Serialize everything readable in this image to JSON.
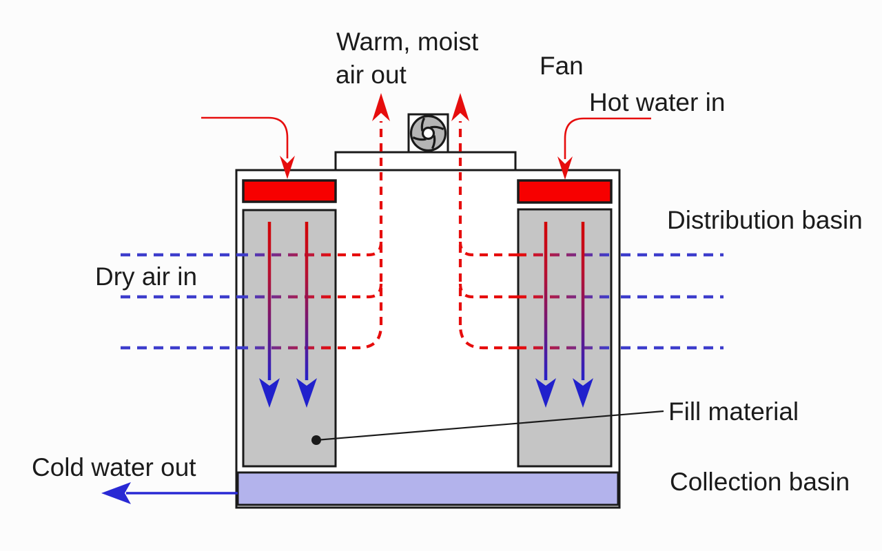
{
  "diagram": {
    "labels": {
      "warm_moist_line1": "Warm, moist",
      "warm_moist_line2": "air out",
      "fan": "Fan",
      "hot_water_in": "Hot water in",
      "distribution_basin": "Distribution basin",
      "dry_air_in": "Dry air in",
      "fill_material": "Fill material",
      "cold_water_out": "Cold water out",
      "collection_basin": "Collection basin"
    },
    "colors": {
      "outline": "#1a1a1a",
      "text": "#1b1b1b",
      "hot_red": "#e60d0d",
      "basin_red": "#f70000",
      "cold_blue": "#2929d4",
      "dry_air_blue": "#3d3dcc",
      "fill_gray": "#c5c5c5",
      "fan_gray": "#b5b5b5",
      "collection_lavender": "#b3b3ec",
      "water_fall_top": "#d40404",
      "water_fall_mid": "#b8102e",
      "water_fall_bottom": "#2121cc",
      "structure_fill": "#ffffff",
      "background": "#fcfcfc"
    }
  }
}
